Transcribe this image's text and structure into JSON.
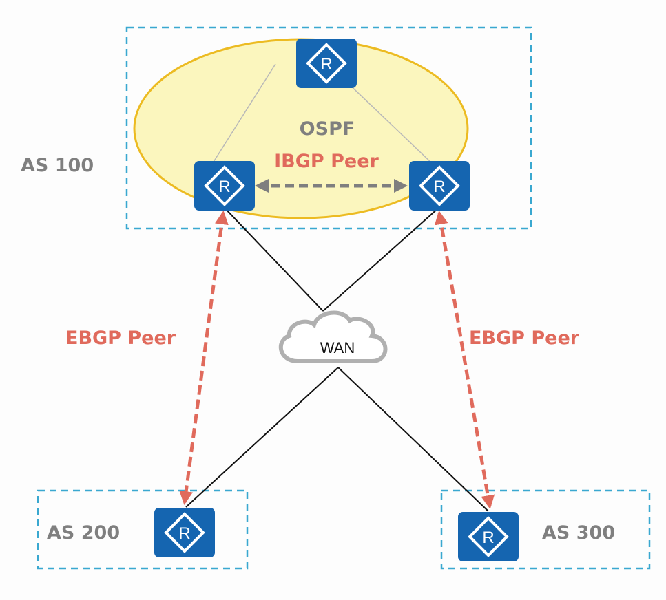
{
  "labels": {
    "as100": "AS 100",
    "as200": "AS 200",
    "as300": "AS 300",
    "ospf": "OSPF",
    "ibgp": "IBGP Peer",
    "ebgp_left": "EBGP Peer",
    "ebgp_right": "EBGP Peer",
    "wan": "WAN",
    "router_glyph": "R"
  },
  "colors": {
    "router": "#1565b0",
    "as_border": "#3aa8d0",
    "ospf_fill": "#fbf6be",
    "ospf_border": "#ecbb22",
    "ebgp": "#e06a5c",
    "ibgp_arrow": "#7f7f7f",
    "as_text": "#7f7f7f"
  }
}
